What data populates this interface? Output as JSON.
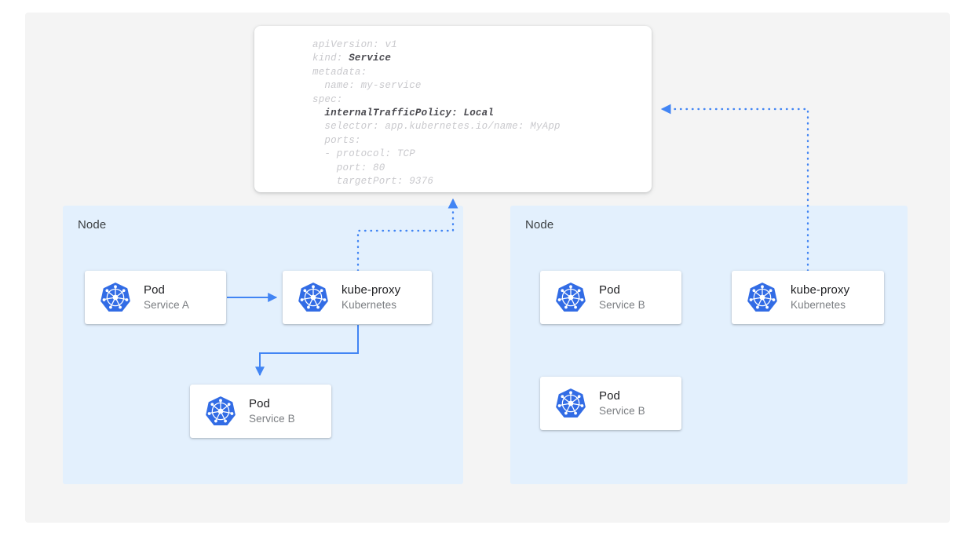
{
  "colors": {
    "canvas_bg": "#f4f4f4",
    "node_bg": "#e3f0fd",
    "card_bg": "#ffffff",
    "arrow_blue": "#4285f4",
    "k8s_blue": "#326ce5",
    "title_text": "#202124",
    "sub_text": "#7a7d81",
    "code_text": "#c9c9cd",
    "code_highlight": "#4a4a50"
  },
  "yaml": {
    "name": "service-manifest",
    "lines": [
      {
        "text": "apiVersion: v1",
        "highlight": false
      },
      {
        "text": "kind: ",
        "bold_suffix": "Service",
        "highlight": false
      },
      {
        "text": "metadata:",
        "highlight": false
      },
      {
        "text": "  name: my-service",
        "highlight": false
      },
      {
        "text": "spec:",
        "highlight": false
      },
      {
        "text": "  internalTrafficPolicy: Local",
        "highlight": true
      },
      {
        "text": "  selector: app.kubernetes.io/name: MyApp",
        "highlight": false
      },
      {
        "text": "  ports:",
        "highlight": false
      },
      {
        "text": "  - protocol: TCP",
        "highlight": false
      },
      {
        "text": "    port: 80",
        "highlight": false
      },
      {
        "text": "    targetPort: 9376",
        "highlight": false
      }
    ],
    "full_text": "apiVersion: v1\nkind: Service\nmetadata:\n  name: my-service\nspec:\n  internalTrafficPolicy: Local\n  selector: app.kubernetes.io/name: MyApp\n  ports:\n  - protocol: TCP\n    port: 80\n    targetPort: 9376"
  },
  "nodes": [
    {
      "id": "node-left",
      "label": "Node",
      "cards": [
        {
          "id": "card-pod-a",
          "title": "Pod",
          "sub": "Service A",
          "icon": "kubernetes-icon"
        },
        {
          "id": "card-kube-proxy-a",
          "title": "kube-proxy",
          "sub": "Kubernetes",
          "icon": "kubernetes-icon"
        },
        {
          "id": "card-pod-b-left",
          "title": "Pod",
          "sub": "Service B",
          "icon": "kubernetes-icon"
        }
      ]
    },
    {
      "id": "node-right",
      "label": "Node",
      "cards": [
        {
          "id": "card-pod-b-1",
          "title": "Pod",
          "sub": "Service B",
          "icon": "kubernetes-icon"
        },
        {
          "id": "card-kube-proxy-b",
          "title": "kube-proxy",
          "sub": "Kubernetes",
          "icon": "kubernetes-icon"
        },
        {
          "id": "card-pod-b-2",
          "title": "Pod",
          "sub": "Service B",
          "icon": "kubernetes-icon"
        }
      ]
    }
  ],
  "connectors": [
    {
      "name": "pod-a-to-kube-proxy",
      "style": "solid",
      "arrow": "end-right"
    },
    {
      "name": "kube-proxy-to-pod-b-local",
      "style": "solid",
      "arrow": "end-down"
    },
    {
      "name": "kube-proxy-left-to-manifest",
      "style": "dotted",
      "arrow": "end-up"
    },
    {
      "name": "kube-proxy-right-to-manifest",
      "style": "dotted",
      "arrow": "end-left"
    }
  ]
}
